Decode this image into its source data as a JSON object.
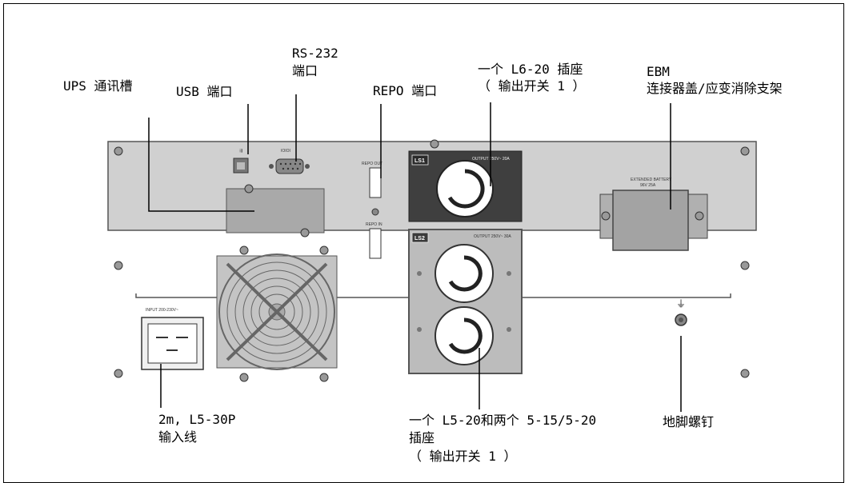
{
  "labels": {
    "ups_slot": "UPS 通讯槽",
    "usb_port": "USB 端口",
    "rs232_line1": "RS-232",
    "rs232_line2": "端口",
    "repo_port": "REPO 端口",
    "l620_line1": "一个 L6-20 插座",
    "l620_line2": "（ 输出开关 1 ）",
    "ebm_line1": "EBM",
    "ebm_line2": "连接器盖/应变消除支架",
    "input_line1": "2m, L5-30P",
    "input_line2": "输入线",
    "l520_line1": "一个 L5-20和两个 5-15/5-20",
    "l520_line2": "插座",
    "l520_line3": "（ 输出开关 1 ）",
    "ground_screw": "地脚螺钉"
  },
  "panel_markings": {
    "repo_out": "REPO OUT",
    "repo_in": "REPO IN",
    "ls1": "LS1",
    "ls2": "LS2",
    "ls1_rating": "OUTPUT 250V~ 20A",
    "ls2_rating": "OUTPUT 250V~ 30A",
    "input_rating": "INPUT 200-230V~",
    "ebm_tag_line1": "EXTENDED BATTERY",
    "ebm_tag_line2": "96V 25A"
  }
}
